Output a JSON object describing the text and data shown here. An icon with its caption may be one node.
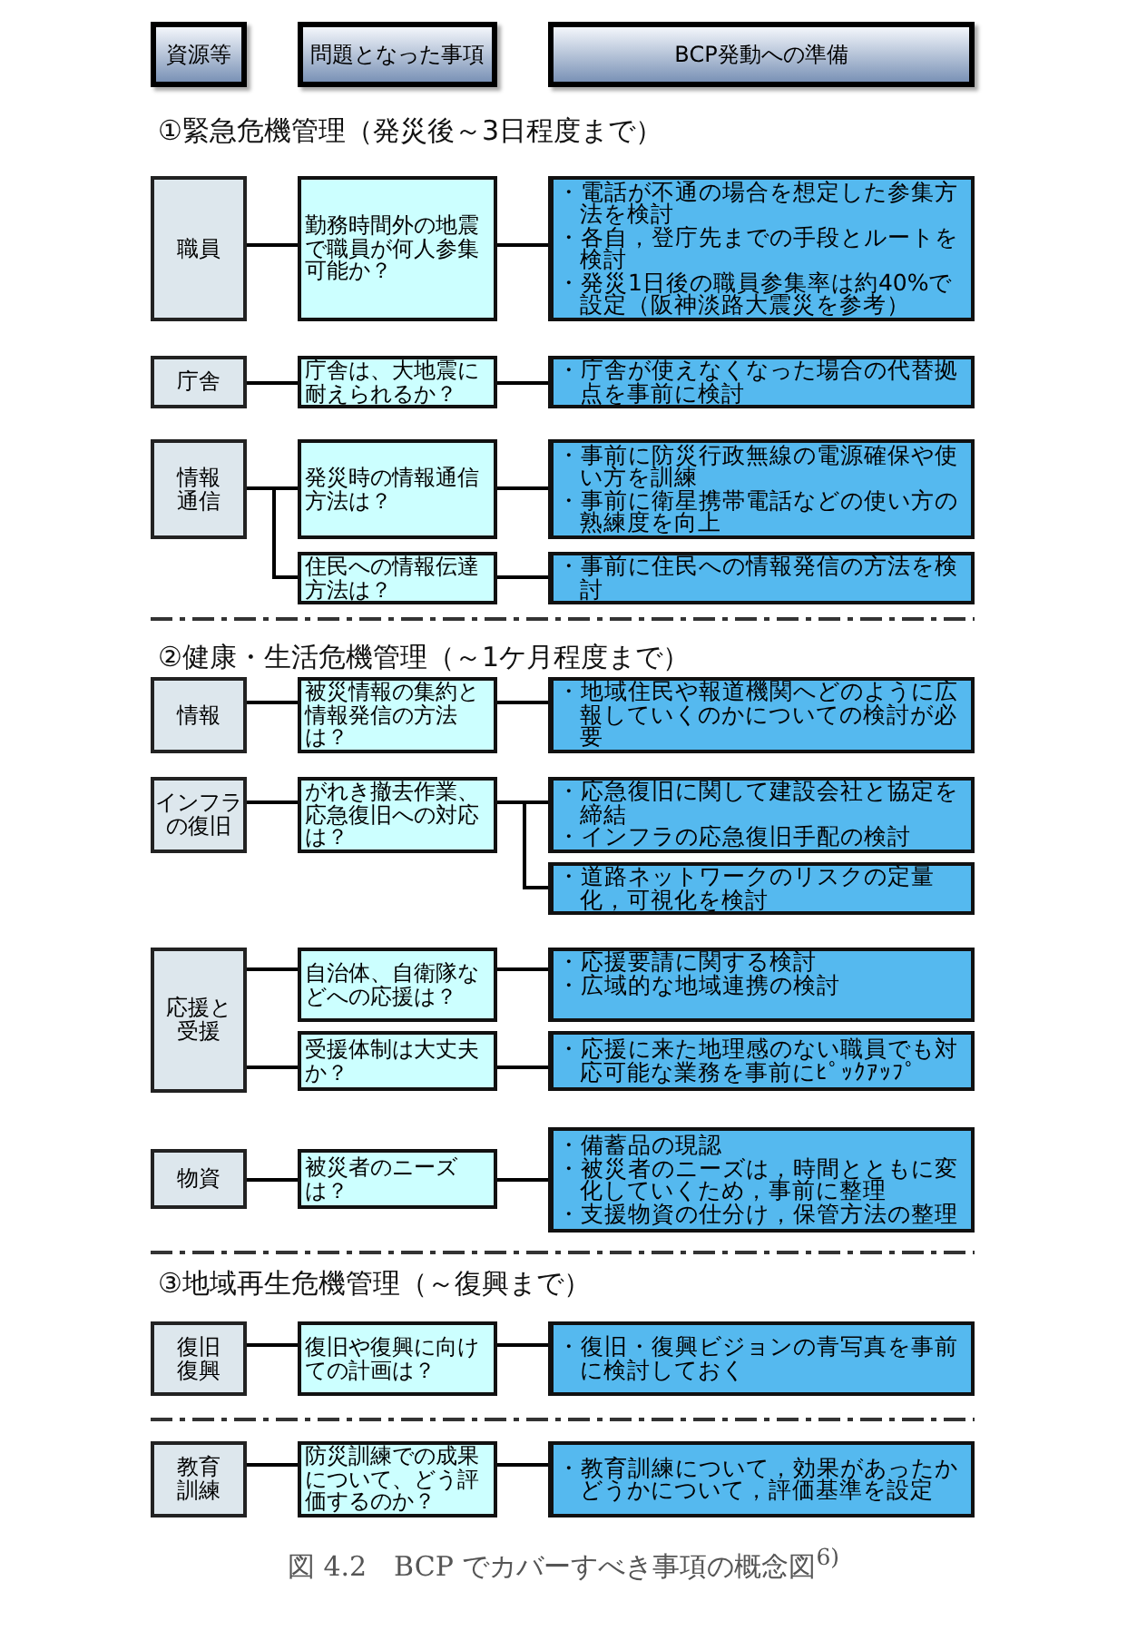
{
  "diagram": {
    "nodes": [
      {
        "text": [
          "資源等"
        ]
      },
      {
        "text": [
          "問題となった事項"
        ]
      },
      {
        "text": [
          "BCP発動への準備"
        ]
      },
      {
        "text": [
          "職員"
        ]
      },
      {
        "text": [
          "勤務時間外の地震で職員が何人参集可能か？"
        ]
      },
      {
        "text": [
          "・電話が不通の場合を想定した参集方法を検討",
          "・各自，登庁先までの手段とルートを検討",
          "・発災1日後の職員参集率は約40%で設定（阪神淡路大震災を参考）"
        ]
      },
      {
        "text": [
          "庁舎"
        ]
      },
      {
        "text": [
          "庁舎は、大地震に耐えられるか？"
        ]
      },
      {
        "text": [
          "・庁舎が使えなくなった場合の代替拠点を事前に検討"
        ]
      },
      {
        "text": [
          "情報通信"
        ]
      },
      {
        "text": [
          "発災時の情報通信方法は？"
        ]
      },
      {
        "text": [
          "・事前に防災行政無線の電源確保や使い方を訓練",
          "・事前に衛星携帯電話などの使い方の熟練度を向上"
        ]
      },
      {
        "text": [
          "住民への情報伝達方法は？"
        ]
      },
      {
        "text": [
          "・事前に住民への情報発信の方法を検討"
        ]
      },
      {
        "text": [
          "情報"
        ]
      },
      {
        "text": [
          "被災情報の集約と情報発信の方法は？"
        ]
      },
      {
        "text": [
          "・地域住民や報道機関へどのように広報していくのかについての検討が必要"
        ]
      },
      {
        "text": [
          "インフラの復旧"
        ]
      },
      {
        "text": [
          "がれき撤去作業、応急復旧への対応は？"
        ]
      },
      {
        "text": [
          "・応急復旧に関して建設会社と協定を締結",
          "・インフラの応急復旧手配の検討"
        ]
      },
      {
        "text": [
          "・道路ネットワークのリスクの定量化，可視化を検討"
        ]
      },
      {
        "text": [
          "応援と受援"
        ]
      },
      {
        "text": [
          "自治体、自衛隊などへの応援は？"
        ]
      },
      {
        "text": [
          "・応援要請に関する検討",
          "・広域的な地域連携の検討"
        ]
      },
      {
        "text": [
          "受援体制は大丈夫か？"
        ]
      },
      {
        "text": [
          "・応援に来た地理感のない職員でも対応可能な業務を事前にﾋﾟｯｸｱｯﾌﾟ"
        ]
      },
      {
        "text": [
          "物資"
        ]
      },
      {
        "text": [
          "被災者のニーズは？"
        ]
      },
      {
        "text": [
          "・備蓄品の現認",
          "・被災者のニーズは，時間とともに変化していくため，事前に整理",
          "・支援物資の仕分け，保管方法の整理"
        ]
      },
      {
        "text": [
          "復旧復興"
        ]
      },
      {
        "text": [
          "復旧や復興に向けての計画は？"
        ]
      },
      {
        "text": [
          "・復旧・復興ビジョンの青写真を事前に検討しておく"
        ]
      },
      {
        "text": [
          "教育訓練"
        ]
      },
      {
        "text": [
          "防災訓練での成果について、どう評価するのか？"
        ]
      },
      {
        "text": [
          "・教育訓練について，効果があったかどうかについて，評価基準を設定"
        ]
      }
    ],
    "edges": [
      {
        "from": 3,
        "to": 4,
        "arrow": "none"
      },
      {
        "from": 4,
        "to": 5,
        "arrow": "none"
      },
      {
        "from": 6,
        "to": 7,
        "arrow": "none"
      },
      {
        "from": 7,
        "to": 8,
        "arrow": "none"
      },
      {
        "from": 9,
        "to": 10,
        "arrow": "none"
      },
      {
        "from": 9,
        "to": 12,
        "arrow": "none"
      },
      {
        "from": 10,
        "to": 11,
        "arrow": "none"
      },
      {
        "from": 12,
        "to": 13,
        "arrow": "none"
      },
      {
        "from": 14,
        "to": 15,
        "arrow": "none"
      },
      {
        "from": 15,
        "to": 16,
        "arrow": "none"
      },
      {
        "from": 17,
        "to": 18,
        "arrow": "none"
      },
      {
        "from": 18,
        "to": 19,
        "arrow": "none"
      },
      {
        "from": 18,
        "to": 20,
        "arrow": "none"
      },
      {
        "from": 21,
        "to": 22,
        "arrow": "none"
      },
      {
        "from": 21,
        "to": 24,
        "arrow": "none"
      },
      {
        "from": 22,
        "to": 23,
        "arrow": "none"
      },
      {
        "from": 24,
        "to": 25,
        "arrow": "none"
      },
      {
        "from": 26,
        "to": 27,
        "arrow": "none"
      },
      {
        "from": 27,
        "to": 28,
        "arrow": "none"
      },
      {
        "from": 29,
        "to": 30,
        "arrow": "none"
      },
      {
        "from": 30,
        "to": 31,
        "arrow": "none"
      },
      {
        "from": 32,
        "to": 33,
        "arrow": "none"
      },
      {
        "from": 33,
        "to": 34,
        "arrow": "none"
      }
    ],
    "labels": [
      "①緊急危機管理（発災後～3日程度まで）",
      "②健康・生活危機管理（～1ケ月程度まで）",
      "③地域再生危機管理（～復興まで）"
    ],
    "caption": "図 4.2　BCP でカバーすべき事項の概念図$^{6)}$"
  }
}
